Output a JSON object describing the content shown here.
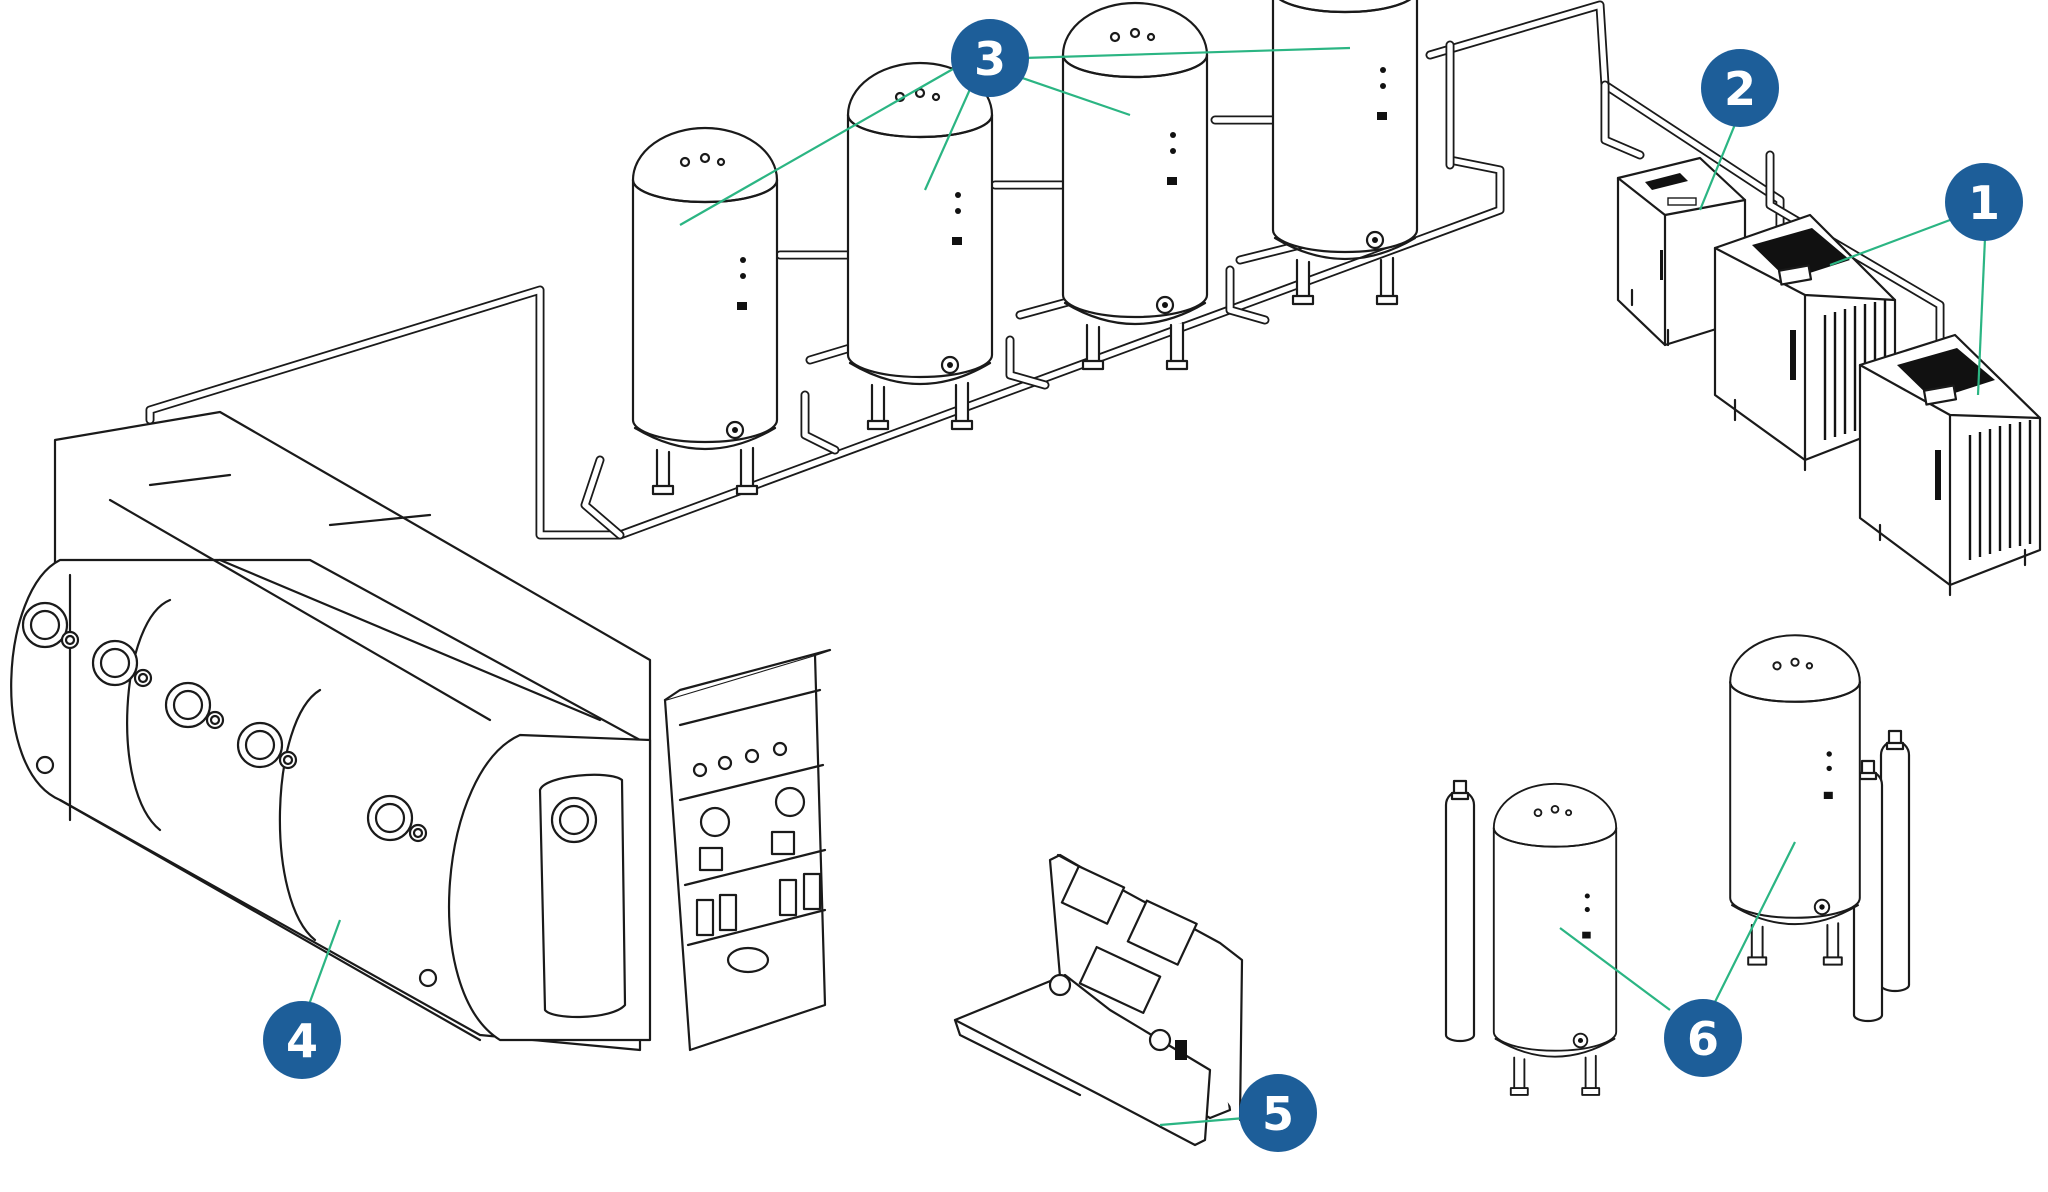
{
  "colors": {
    "badge": "#1d5e99",
    "leader": "#2bb583",
    "line": "#1a1a1a"
  },
  "callouts": [
    {
      "id": "1",
      "label": "1"
    },
    {
      "id": "2",
      "label": "2"
    },
    {
      "id": "3",
      "label": "3"
    },
    {
      "id": "4",
      "label": "4"
    },
    {
      "id": "5",
      "label": "5"
    },
    {
      "id": "6",
      "label": "6"
    }
  ]
}
